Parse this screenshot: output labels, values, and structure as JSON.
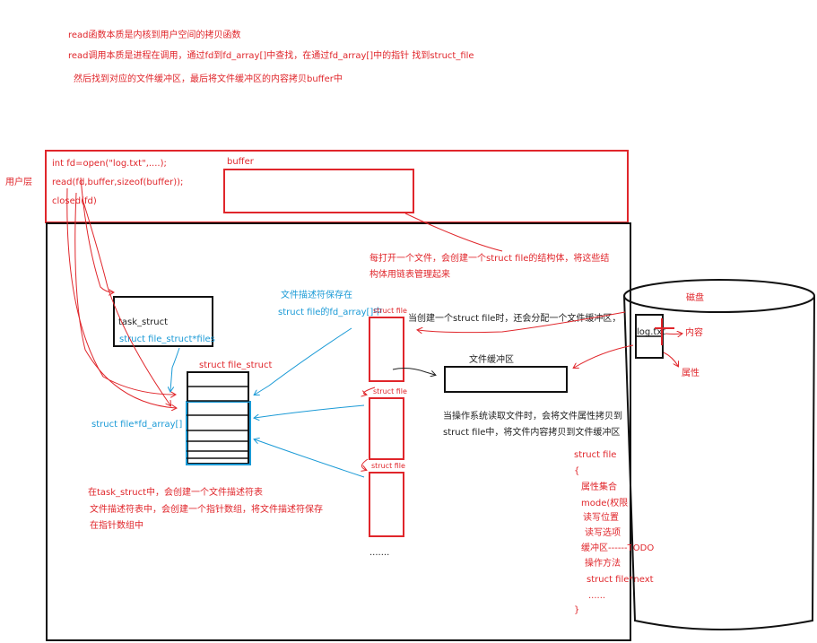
{
  "notes": [
    "read函数本质是内核到用户空间的拷贝函数",
    "read调用本质是进程在调用，通过fd到fd_array[]中查找，在通过fd_array[]中的指针 找到struct_file",
    "然后找到对应的文件缓冲区，最后将文件缓冲区的内容拷贝buffer中"
  ],
  "user_layer": {
    "label": "用户层",
    "code": [
      "int fd=open(\"log.txt\",....);",
      "read(fd,buffer,sizeof(buffer));",
      "closed(fd)"
    ],
    "buffer_label": "buffer"
  },
  "task_struct": {
    "title": "task_struct",
    "field": "struct file_struct*files"
  },
  "file_struct": {
    "title": "struct file_struct",
    "array_label": "struct file*fd_array[]"
  },
  "fd_note": [
    "文件描述符保存在",
    "struct file的fd_array[]中"
  ],
  "fd_table_note": [
    "在task_struct中，会创建一个文件描述符表",
    "文件描述符表中，会创建一个指针数组，将文件描述符保存",
    "在指针数组中"
  ],
  "struct_files": {
    "labels": [
      "struct file",
      "struct file",
      "struct file"
    ],
    "ellipsis": "......."
  },
  "open_note": [
    "每打开一个文件，会创建一个struct file的结构体，将这些结",
    "构体用链表管理起来"
  ],
  "buffer_alloc_note": "当创建一个struct file时，还会分配一个文件缓冲区，",
  "file_buffer_label": "文件缓冲区",
  "copy_note": [
    "当操作系统读取文件时，会将文件属性拷贝到",
    "struct file中，将文件内容拷贝到文件缓冲区"
  ],
  "disk": {
    "label": "磁盘",
    "file": "log.txt",
    "content": "内容",
    "attributes": "属性"
  },
  "struct_file_def": [
    "struct file",
    "{",
    "属性集合",
    "mode(权限",
    "读写位置",
    "读写选项",
    "缓冲区------TODO",
    "操作方法",
    "struct file*next",
    "......",
    "}"
  ]
}
